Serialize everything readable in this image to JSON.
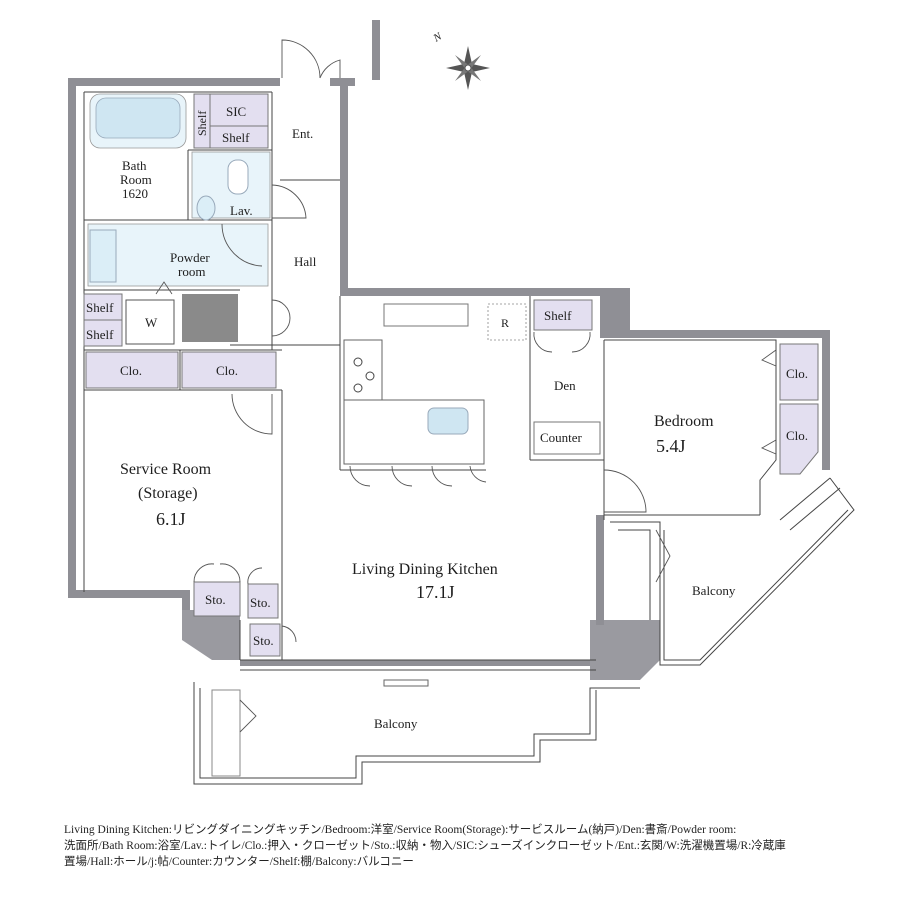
{
  "compass": {
    "north_label": "N"
  },
  "rooms": {
    "bath": {
      "line1": "Bath",
      "line2": "Room",
      "line3": "1620"
    },
    "sic": "SIC",
    "shelf_sic_v": "Shelf",
    "shelf_sic_h": "Shelf",
    "ent": "Ent.",
    "lav": "Lav.",
    "powder": {
      "line1": "Powder",
      "line2": "room"
    },
    "hall": "Hall",
    "shelf_w1": "Shelf",
    "shelf_w2": "Shelf",
    "washer": "W",
    "clo_left": "Clo.",
    "clo_right": "Clo.",
    "service": {
      "line1": "Service Room",
      "line2": "(Storage)",
      "size": "6.1J"
    },
    "sto_left": "Sto.",
    "sto_mid": "Sto.",
    "sto_bottom": "Sto.",
    "ldk": {
      "name": "Living Dining Kitchen",
      "size": "17.1J"
    },
    "fridge": "R",
    "shelf_den": "Shelf",
    "den": "Den",
    "counter": "Counter",
    "bedroom": {
      "name": "Bedroom",
      "size": "5.4J"
    },
    "clo_bed1": "Clo.",
    "clo_bed2": "Clo.",
    "balcony_right": "Balcony",
    "balcony_bottom": "Balcony"
  },
  "legend": {
    "line1": "Living Dining Kitchen:リビングダイニングキッチン/Bedroom:洋室/Service Room(Storage):サービスルーム(納戸)/Den:書斎/Powder room:",
    "line2": "洗面所/Bath Room:浴室/Lav.:トイレ/Clo.:押入・クローゼット/Sto.:収納・物入/SIC:シューズインクローゼット/Ent.:玄関/W:洗濯機置場/R:冷蔵庫",
    "line3": "置場/Hall:ホール/j:帖/Counter:カウンター/Shelf:棚/Balcony:バルコニー"
  }
}
